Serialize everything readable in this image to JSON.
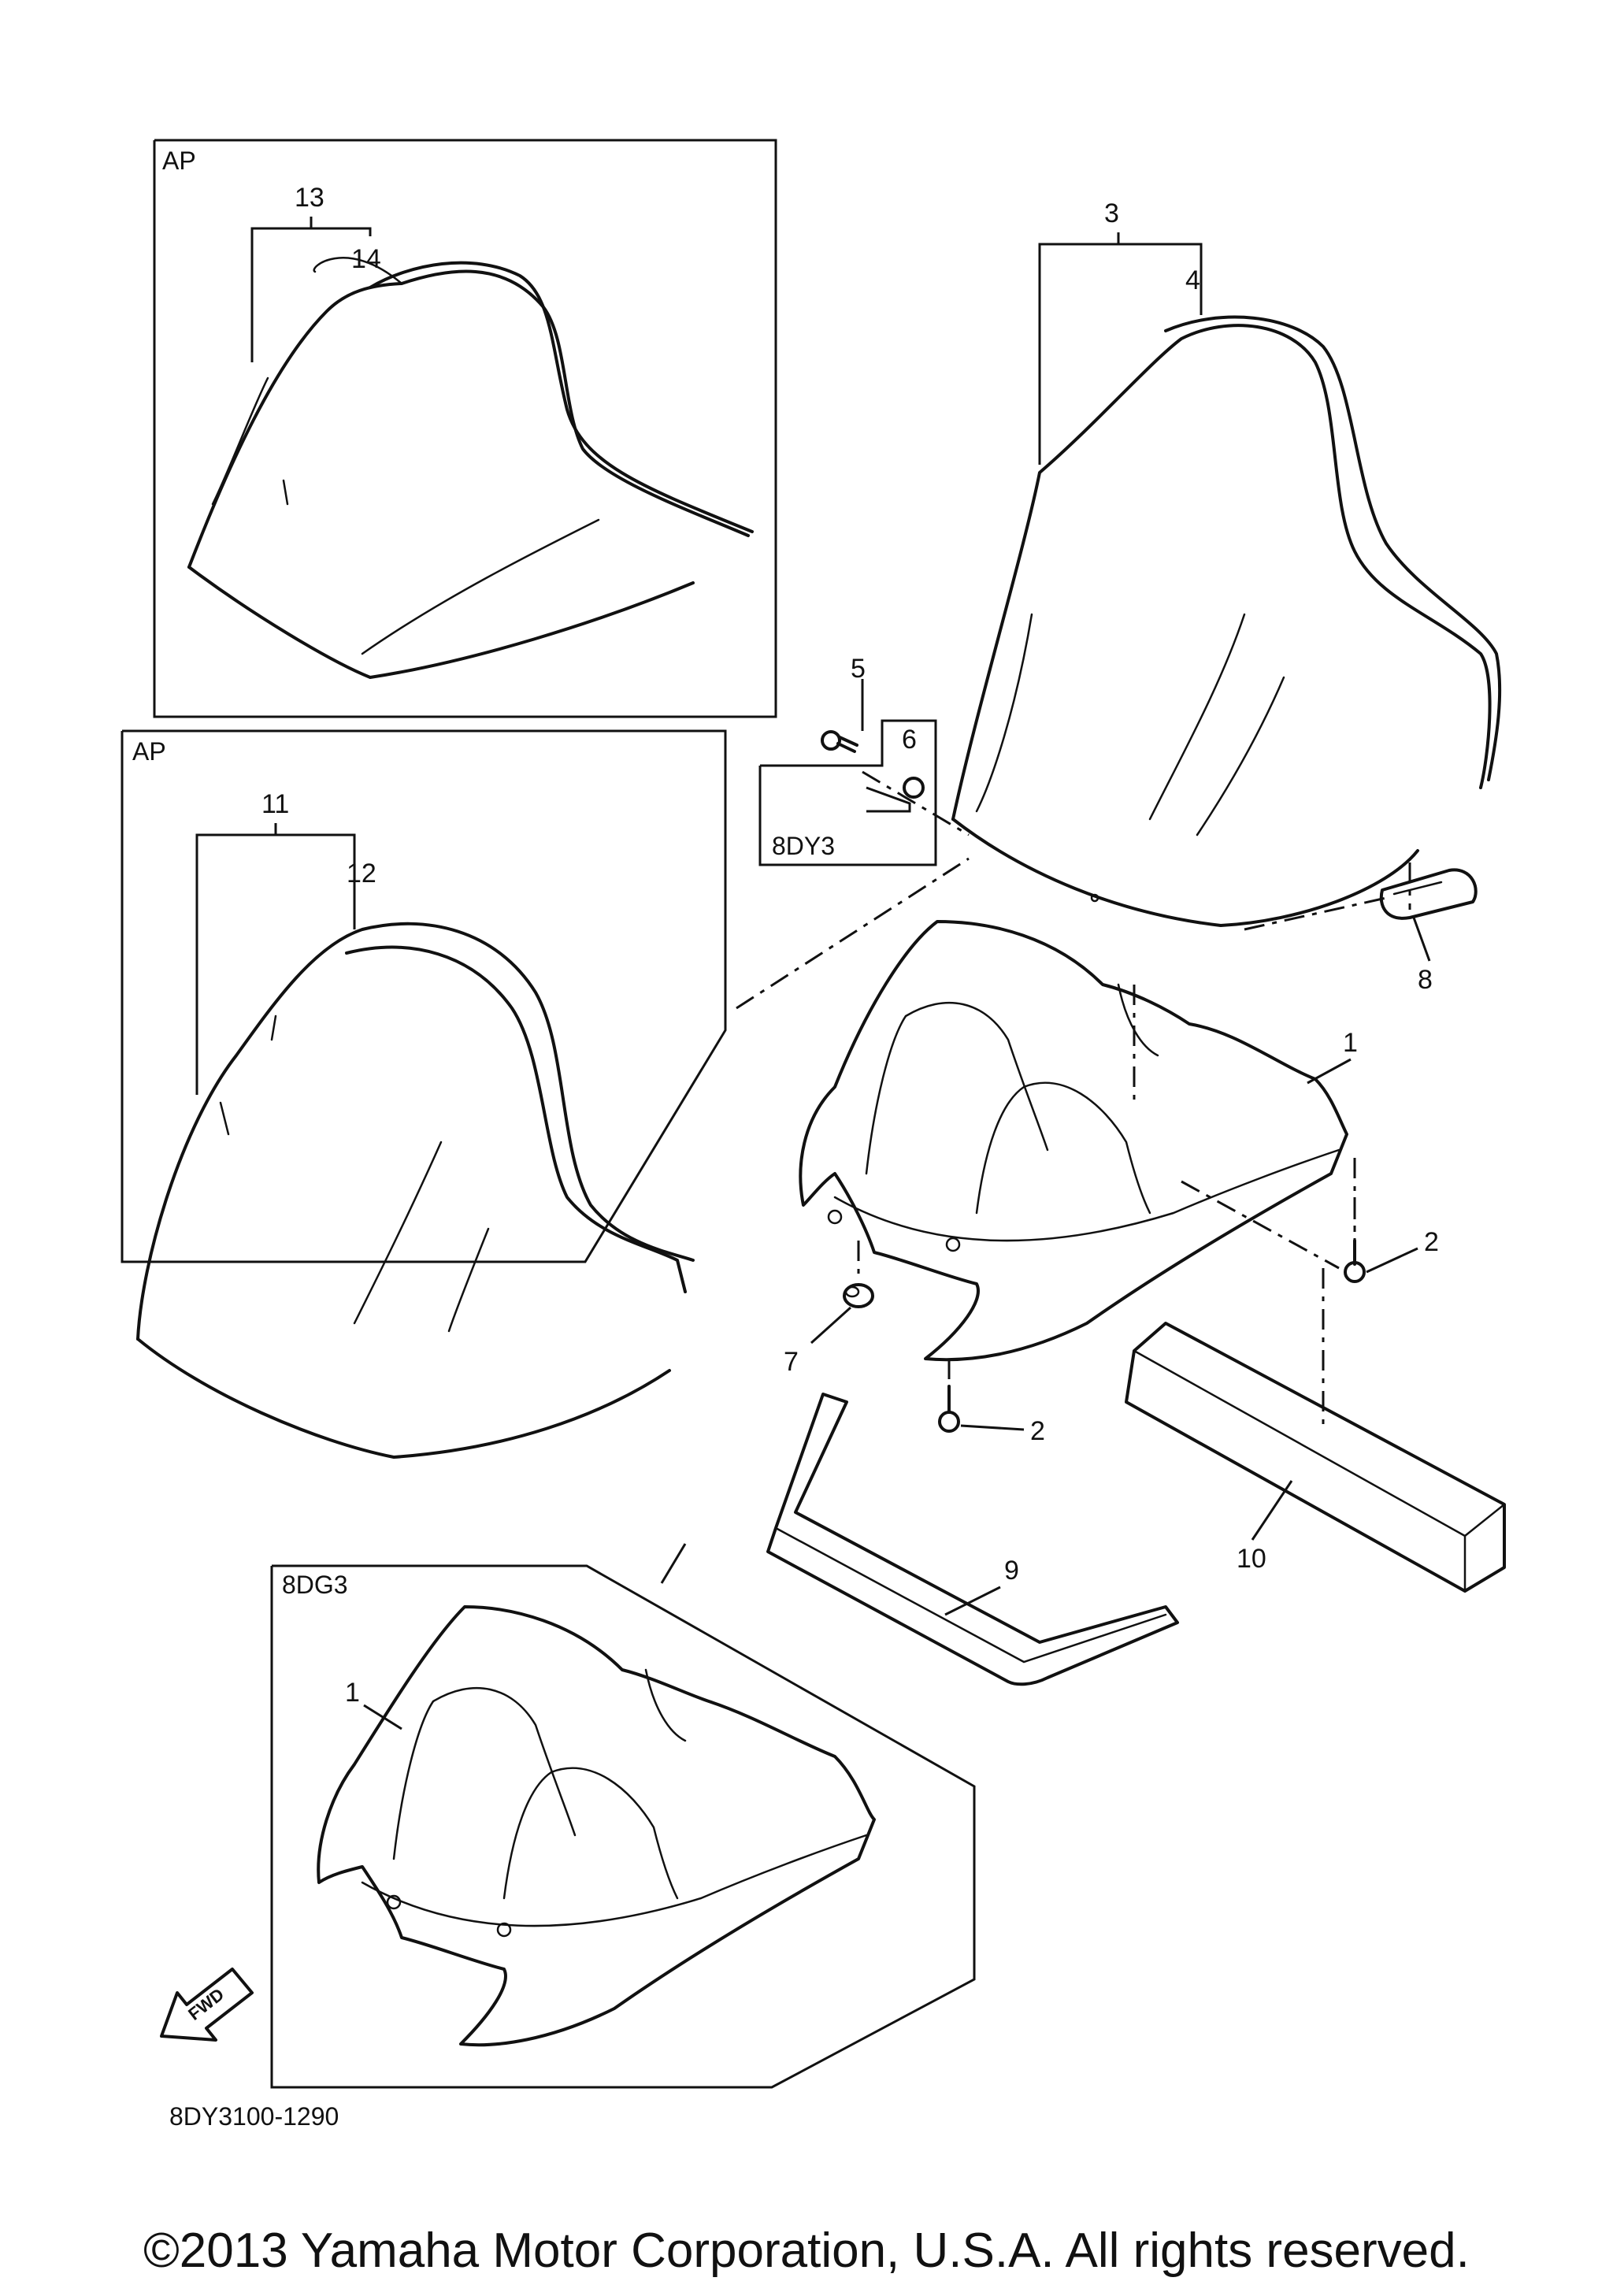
{
  "sections": {
    "ap_top": "AP",
    "ap_mid": "AP",
    "dy3": "8DY3",
    "dg3": "8DG3"
  },
  "callouts": [
    "1",
    "2",
    "2",
    "3",
    "4",
    "5",
    "6",
    "7",
    "8",
    "9",
    "10",
    "11",
    "12",
    "13",
    "14",
    "1"
  ],
  "fwd_label": "FWD",
  "diagram_code": "8DY3100-1290",
  "copyright": "©2013 Yamaha Motor Corporation, U.S.A. All rights reserved."
}
